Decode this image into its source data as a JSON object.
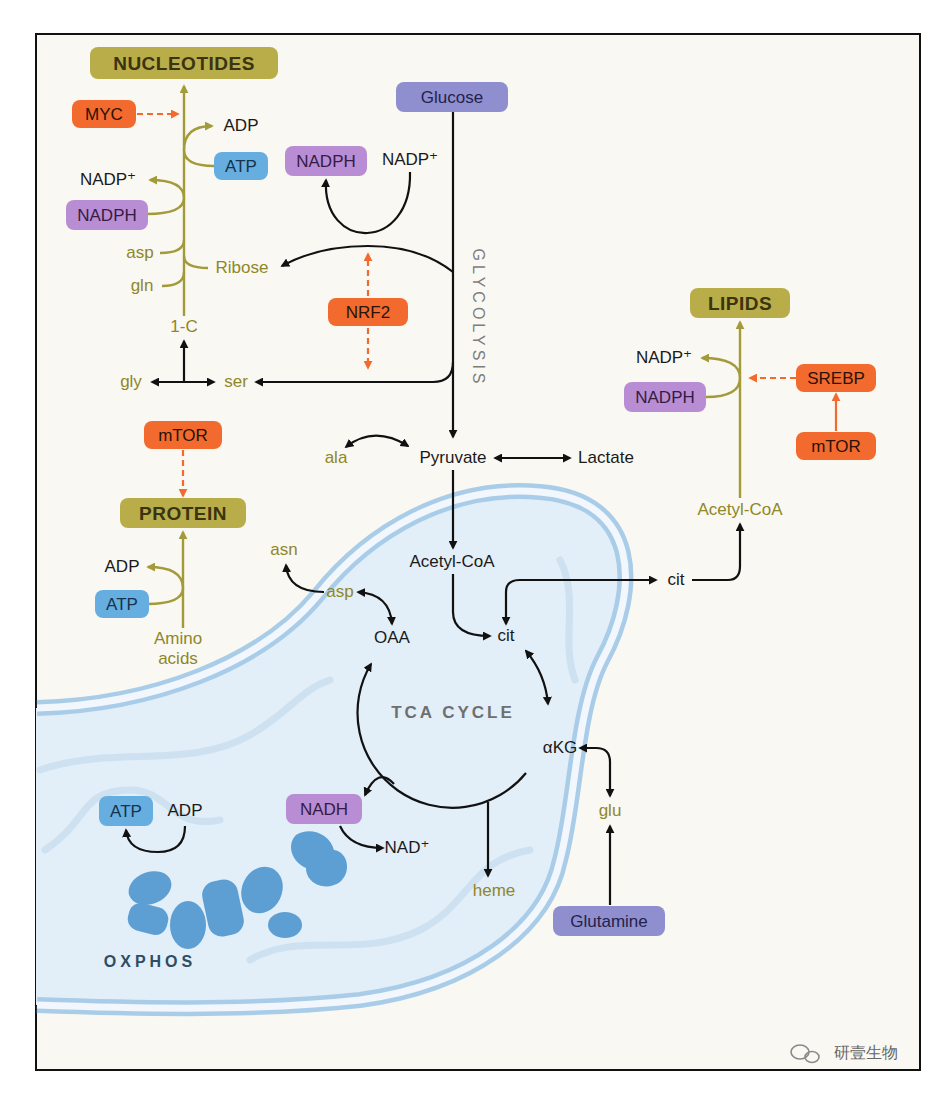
{
  "diagram": {
    "nodes": [
      {
        "text": [
          "NUCLEOTIDES"
        ]
      },
      {
        "text": [
          "MYC"
        ]
      },
      {
        "text": [
          "Glucose"
        ]
      },
      {
        "text": [
          "ATP"
        ]
      },
      {
        "text": [
          "NADPH"
        ]
      },
      {
        "text": [
          "NADPH"
        ]
      },
      {
        "text": [
          "NRF2"
        ]
      },
      {
        "text": [
          "LIPIDS"
        ]
      },
      {
        "text": [
          "SREBP"
        ]
      },
      {
        "text": [
          "NADPH"
        ]
      },
      {
        "text": [
          "mTOR"
        ]
      },
      {
        "text": [
          "mTOR"
        ]
      },
      {
        "text": [
          "PROTEIN"
        ]
      },
      {
        "text": [
          "ATP"
        ]
      },
      {
        "text": [
          "TCA CYCLE"
        ]
      },
      {
        "text": [
          "ATP"
        ]
      },
      {
        "text": [
          "NADH"
        ]
      },
      {
        "text": [
          "Glutamine"
        ]
      }
    ],
    "edges": [
      {
        "from": 11,
        "to": 8,
        "arrow": "to"
      },
      {
        "from": 10,
        "to": 12,
        "arrow": "to"
      }
    ],
    "labels": [
      "ADP",
      "NADP⁺",
      "asp",
      "gln",
      "Ribose",
      "1-C",
      "NADP⁺",
      "GLYCOLYSIS",
      "gly",
      "ser",
      "ala",
      "Pyruvate",
      "Lactate",
      "NADP⁺",
      "Acetyl-CoA",
      "ADP",
      "Amino acids",
      "asn",
      "asp",
      "Acetyl-CoA",
      "cit",
      "OAA",
      "cit",
      "αKG",
      "glu",
      "heme",
      "ADP",
      "NAD⁺",
      "OXPHOS",
      "研壹生物"
    ]
  }
}
